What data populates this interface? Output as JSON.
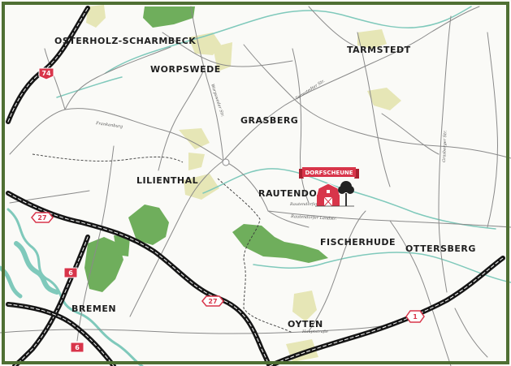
{
  "map": {
    "towns": {
      "osterholz": "OSTERHOLZ-SCHARMBECK",
      "worpswede": "WORPSWEDE",
      "tarmstedt": "TARMSTEDT",
      "grasberg": "GRASBERG",
      "lilienthal": "LILIENTHAL",
      "rautendorf": "RAUTENDORF",
      "fischerhude": "FISCHERHUDE",
      "ottersberg": "OTTERSBERG",
      "bremen": "BREMEN",
      "oyten": "OYTEN"
    },
    "poi": {
      "name": "DORFSCHEUNE",
      "icon": "barn-icon"
    },
    "highways": {
      "a74": "74",
      "a27_west": "27",
      "a27_south": "27",
      "a6_north": "6",
      "a6_south": "6",
      "a1": "1"
    },
    "road_labels": {
      "frankenburg": "Frankenburg",
      "worpsweder": "Worpsweder Str.",
      "tarmstedter": "Tarmstedter Str.",
      "grasberger": "Grasberger Str.",
      "rautendorfer": "Rautendorfer Landstr.",
      "hauptstrasse": "Hauptstraße",
      "rautendorf_str": "Rautendorfer Str."
    },
    "colors": {
      "border": "#4f6f33",
      "highway_shield": "#d8354a",
      "forest": "#6fae5c",
      "meadow": "#e7e7b8",
      "water": "#7fc9bb",
      "motorway": "#151515"
    }
  }
}
